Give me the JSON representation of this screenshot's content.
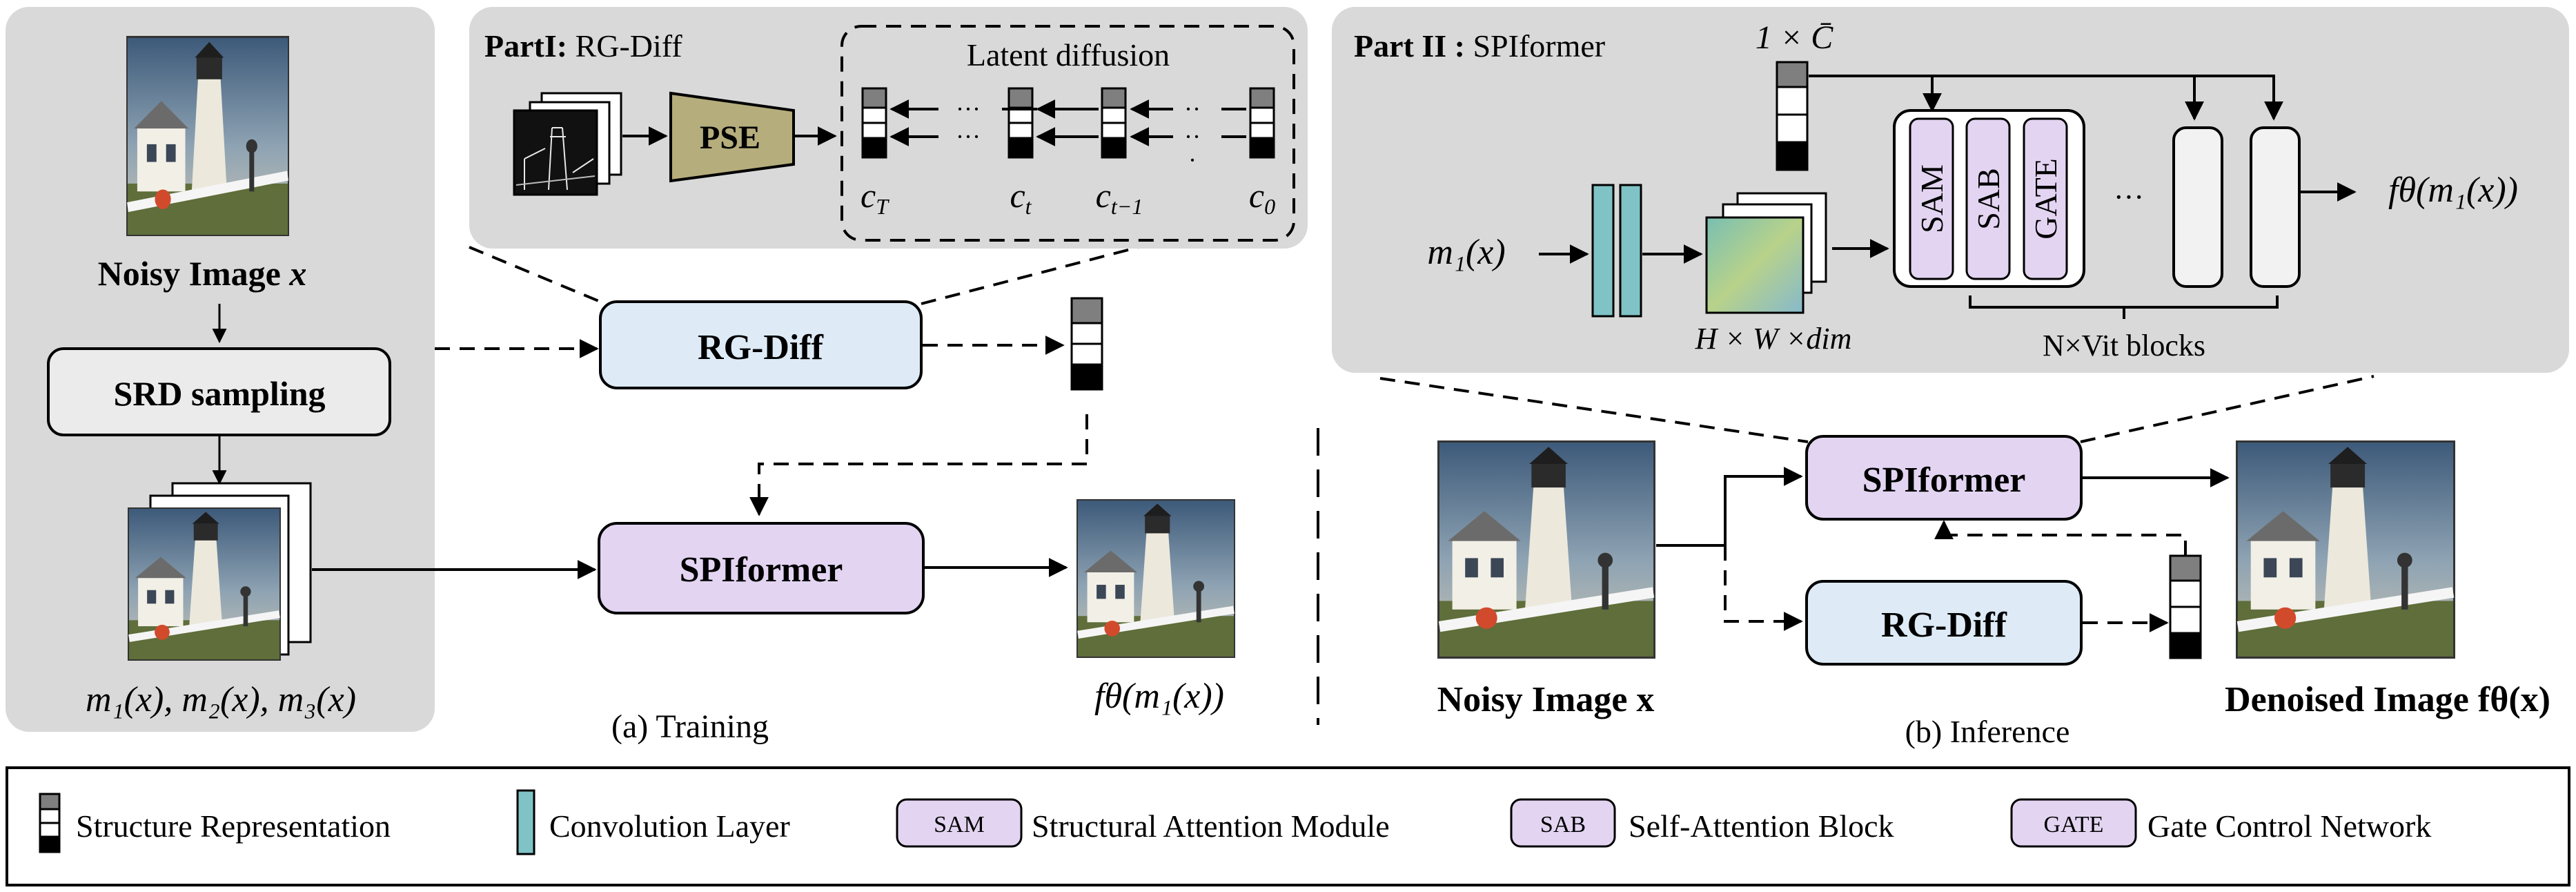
{
  "training": {
    "noisy_image_label": "Noisy Image",
    "noisy_image_var": "x",
    "srd_sampling": "SRD sampling",
    "masked_images_label": "m₁(x), m₂(x), m₃(x)",
    "rg_diff": "RG-Diff",
    "spiformer": "SPIformer",
    "output_label": "fθ(m₁(x))",
    "caption": "(a) Training"
  },
  "part1": {
    "title_bold": "PartI:",
    "title_rest": " RG-Diff",
    "pse": "PSE",
    "latent_diffusion": "Latent diffusion",
    "c_labels": [
      "c_T",
      "c_t",
      "c_{t−1}",
      "c_0"
    ]
  },
  "part2": {
    "title_bold": "Part II :",
    "title_rest": " SPIformer",
    "dim_label": "1 × C̄",
    "input_label": "m₁(x)",
    "feature_label": "H × W ×dim",
    "blocks": [
      "SAM",
      "SAB",
      "GATE"
    ],
    "ellipsis": "···",
    "vit_label": "N×Vit blocks",
    "output_label": "fθ(m₁(x))"
  },
  "inference": {
    "spiformer": "SPIformer",
    "rg_diff": "RG-Diff",
    "noisy_label": "Noisy Image x",
    "denoised_label": "Denoised Image fθ(x)",
    "caption": "(b)  Inference"
  },
  "legend": [
    {
      "icon": "structure",
      "text": "Structure Representation"
    },
    {
      "icon": "conv",
      "text": "Convolution Layer"
    },
    {
      "icon": "box",
      "box_text": "SAM",
      "text": "Structural Attention Module"
    },
    {
      "icon": "box",
      "box_text": "SAB",
      "text": "Self-Attention Block"
    },
    {
      "icon": "box",
      "box_text": "GATE",
      "text": "Gate Control Network"
    }
  ],
  "colors": {
    "panel_gray": "#d9d9d9",
    "rg_diff_fill": "#deebf7",
    "spiformer_fill": "#e3d5f2",
    "conv_fill": "#7fc3c6",
    "pse_fill": "#b5ad7c",
    "legend_box_fill": "#e3d5f2"
  }
}
